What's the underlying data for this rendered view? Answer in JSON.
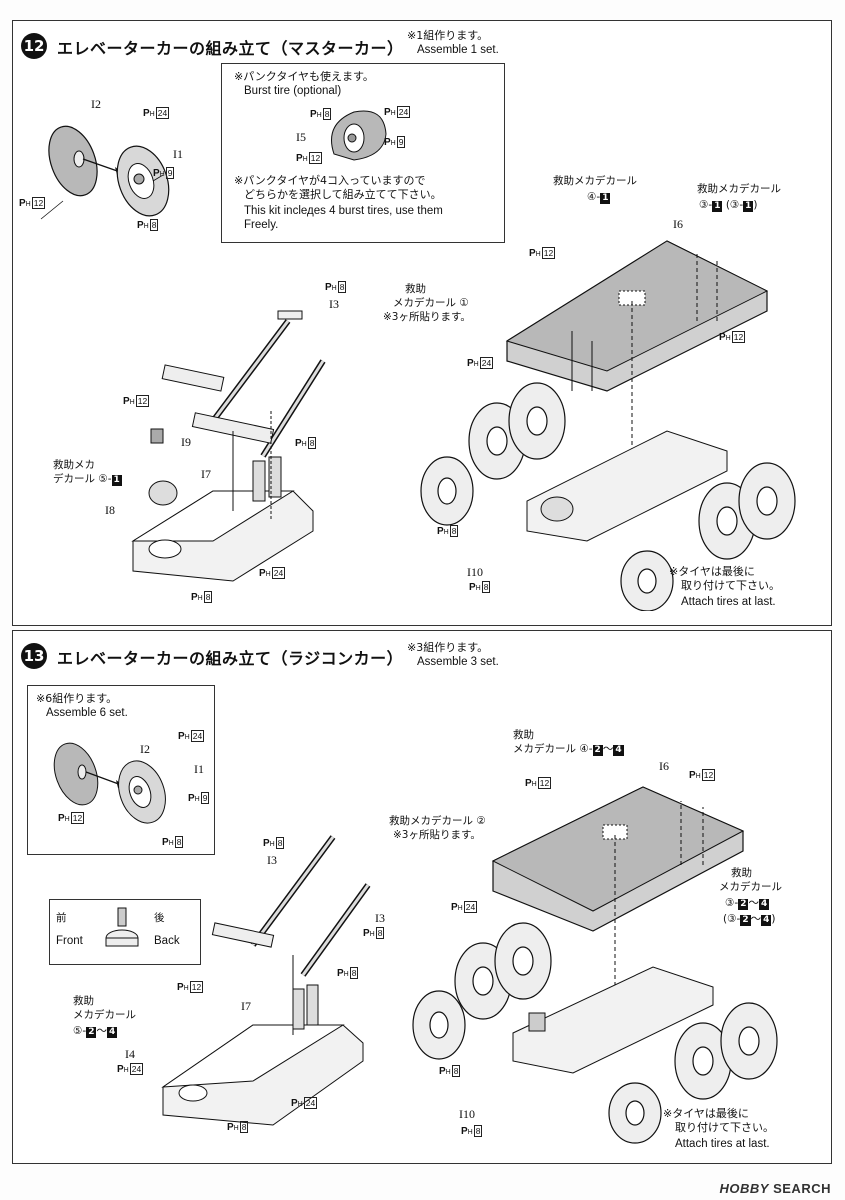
{
  "step12": {
    "number": "12",
    "title": "エレベーターカーの組み立て（マスターカー）",
    "note_jp": "※1組作ります。",
    "note_en": "Assemble 1 set.",
    "burst_box": {
      "line1": "※パンクタイヤも使えます。",
      "line2": "Burst tire (optional)",
      "line3": "※パンクタイヤが4コ入っていますので",
      "line4": "どちらかを選択して組み立てて下さい。",
      "line5": "This kit inclедes 4 burst tires, use them",
      "line6": "Freely."
    },
    "parts": {
      "i2": "I2",
      "i1": "I1",
      "i5": "I5",
      "i3": "I3",
      "i9": "I9",
      "i7": "I7",
      "i8": "I8",
      "i10": "I10",
      "i6": "I6"
    },
    "ph": {
      "n24": "24",
      "n9": "9",
      "n8": "8",
      "n12": "12"
    },
    "decals": {
      "top_label": "救助メカデカール",
      "top_num": "④-",
      "top_blk": "1",
      "right_label": "救助メカデカール",
      "right_num_a": "③-",
      "right_blk_a": "1",
      "right_num_b": "(③-",
      "right_blk_b": "1",
      "right_close": ")",
      "mid_label_1": "救助",
      "mid_label_2": "メカデカール ①",
      "mid_label_3": "※3ヶ所貼ります。",
      "left_label_1": "救助メカ",
      "left_label_2": "デカール ⑤-",
      "left_blk": "1"
    },
    "tire_note_jp1": "※タイヤは最後に",
    "tire_note_jp2": "取り付けて下さい。",
    "tire_note_en": "Attach tires at last."
  },
  "step13": {
    "number": "13",
    "title": "エレベーターカーの組み立て（ラジコンカー）",
    "note_jp": "※3組作ります。",
    "note_en": "Assemble 3 set.",
    "six_box": {
      "line1": "※6組作ります。",
      "line2": "Assemble 6 set."
    },
    "front_back": {
      "front_jp": "前",
      "front_en": "Front",
      "back_jp": "後",
      "back_en": "Back"
    },
    "parts": {
      "i2": "I2",
      "i1": "I1",
      "i3a": "I3",
      "i3b": "I3",
      "i7": "I7",
      "i4": "I4",
      "i10": "I10",
      "i6": "I6"
    },
    "decals": {
      "top_label_1": "救助",
      "top_label_2": "メカデカール ④-",
      "top_blk_a": "2",
      "top_tilde": "〜",
      "top_blk_b": "4",
      "mid_label_1": "救助メカデカール ②",
      "mid_label_2": "※3ヶ所貼ります。",
      "right_label_1": "救助",
      "right_label_2": "メカデカール",
      "right_num_a": "③-",
      "right_blk_a1": "2",
      "right_blk_a2": "4",
      "right_num_b": "(③-",
      "right_blk_b1": "2",
      "right_blk_b2": "4",
      "right_close": ")",
      "left_label_1": "救助",
      "left_label_2": "メカデカール",
      "left_num": "⑤-",
      "left_blk_a": "2",
      "left_blk_b": "4"
    },
    "tire_note_jp1": "※タイヤは最後に",
    "tire_note_jp2": "取り付けて下さい。",
    "tire_note_en": "Attach tires at last."
  },
  "watermark": {
    "brand": "HOBBY",
    "suffix": "SEARCH"
  },
  "colors": {
    "ink": "#111111",
    "gray_part": "#b8b8b8",
    "light_part": "#e2e2e2"
  }
}
